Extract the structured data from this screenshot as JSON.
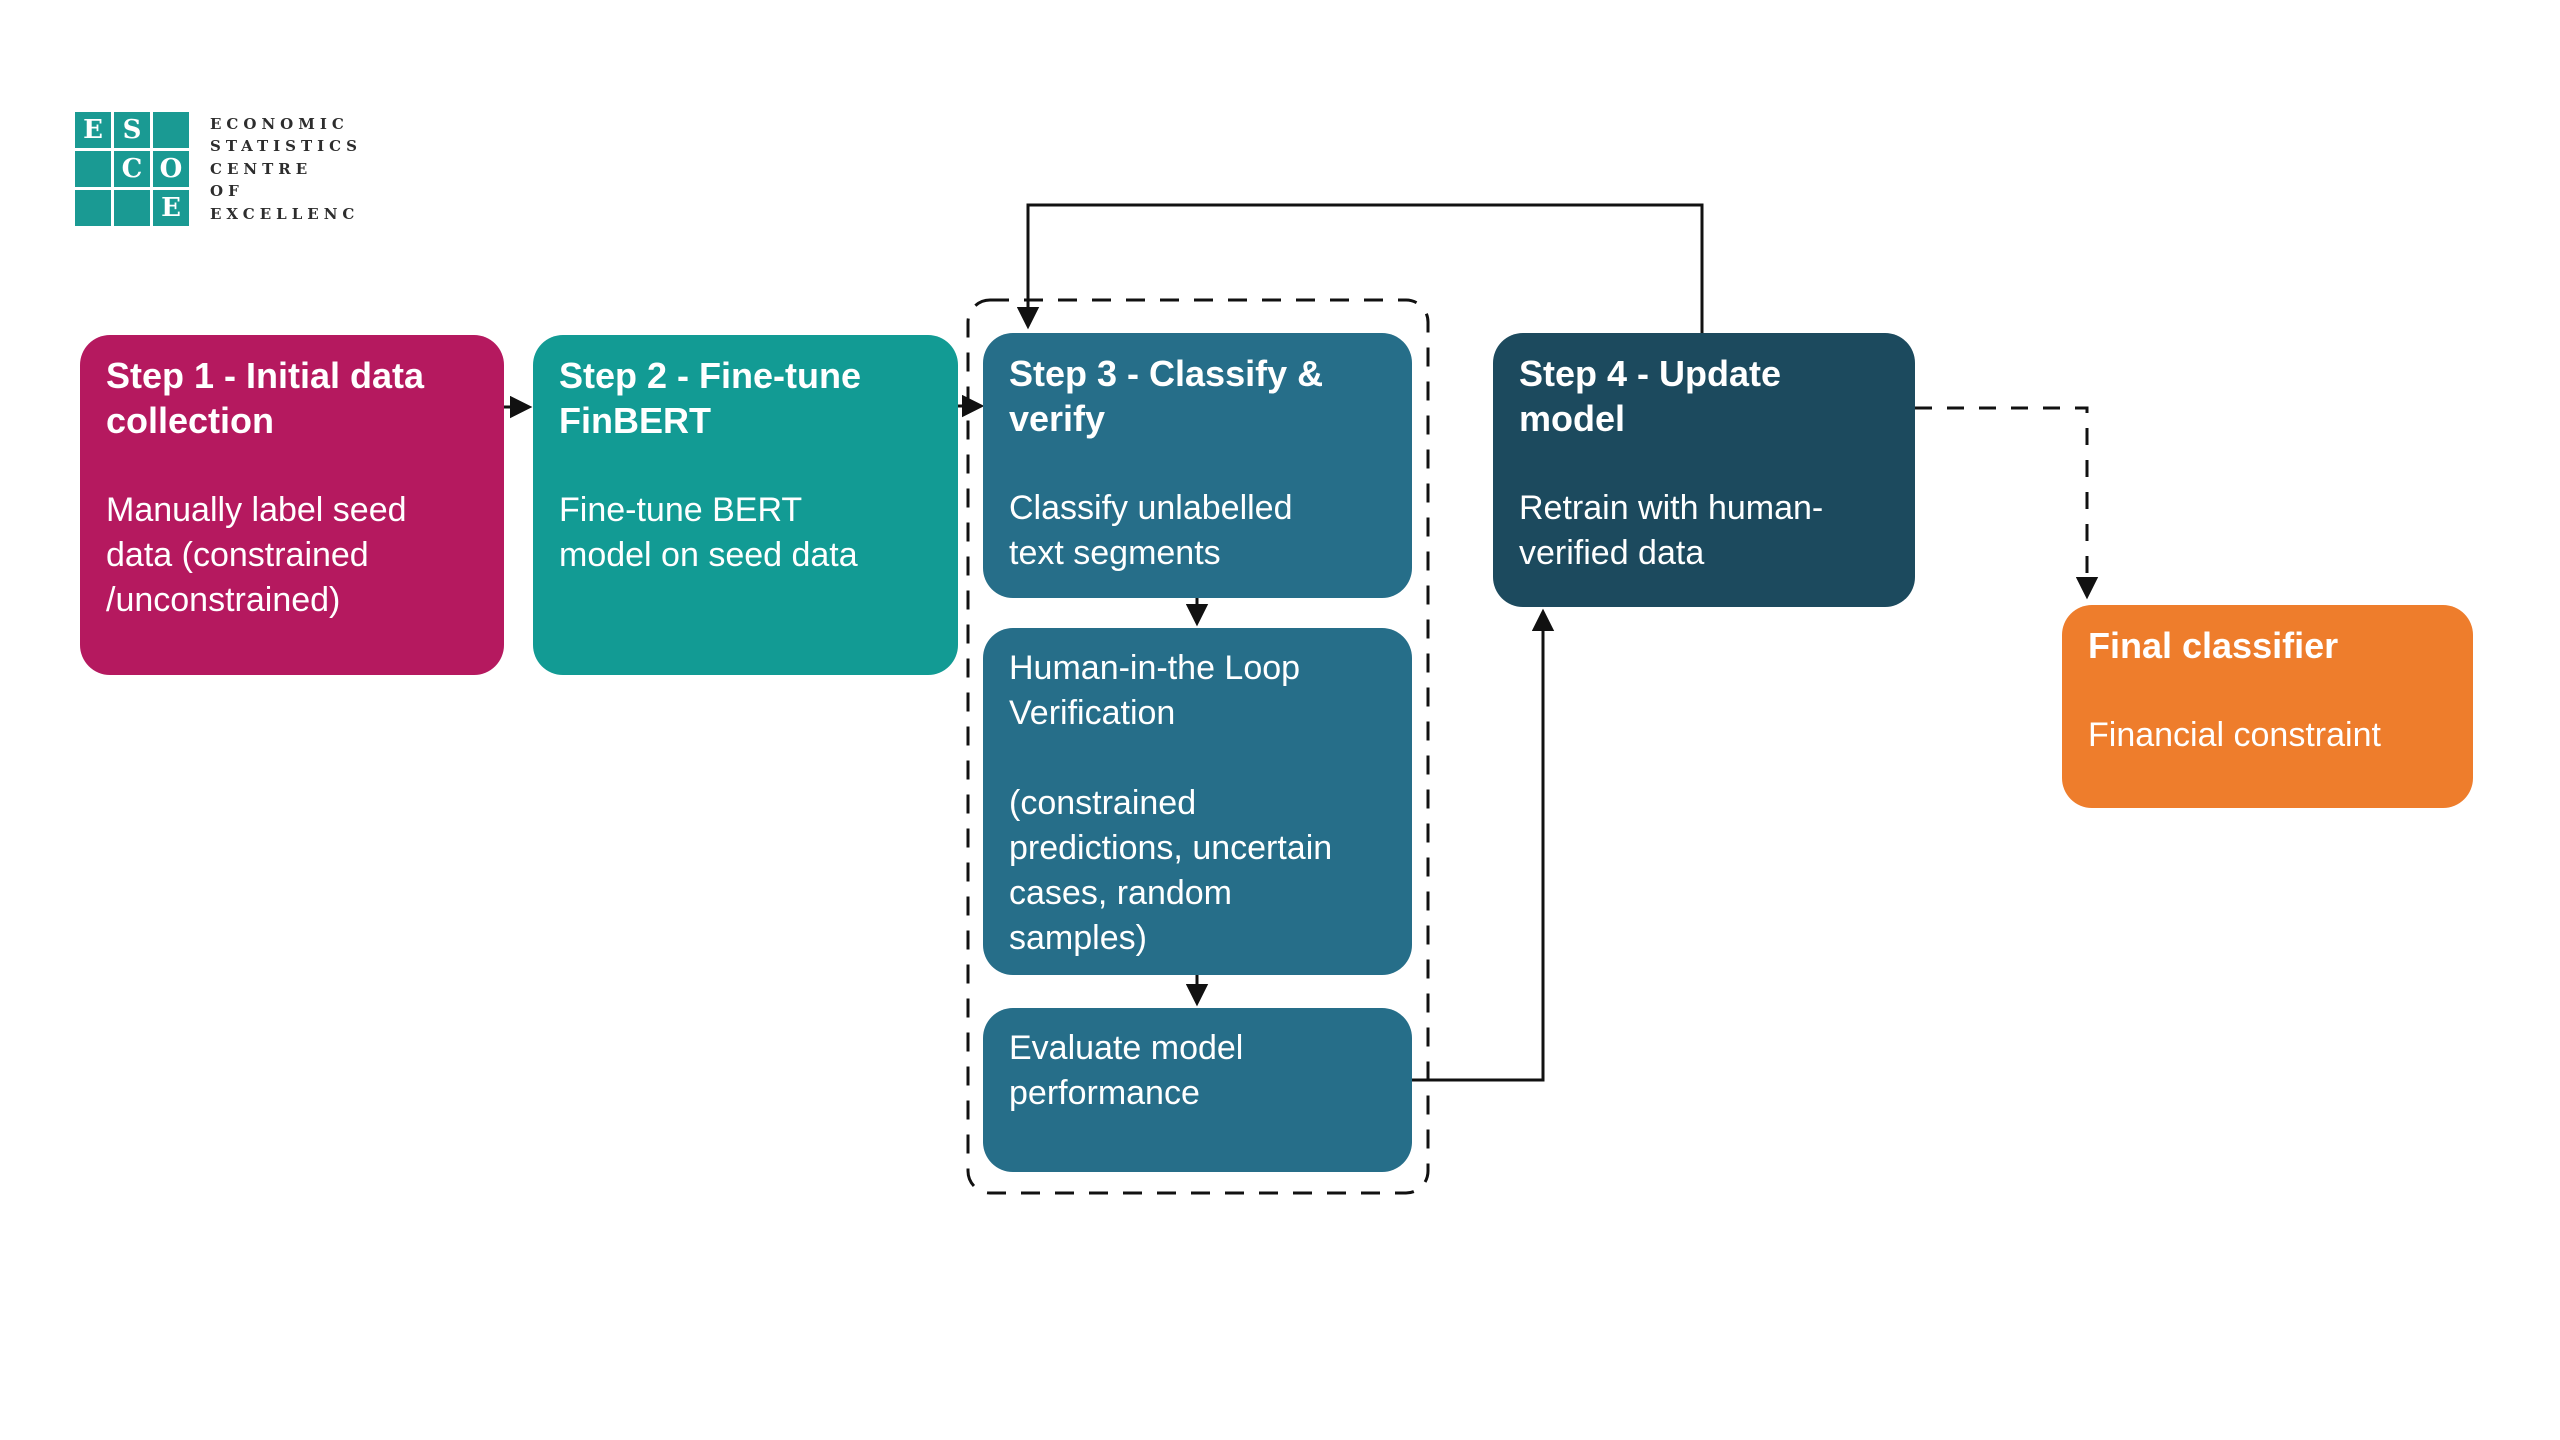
{
  "logo": {
    "grid": [
      "E",
      "S",
      "",
      "",
      "C",
      "O",
      "",
      "",
      "E"
    ],
    "org_lines": [
      "ECONOMIC",
      "STATISTICS",
      "CENTRE",
      "OF",
      "EXCELLENC"
    ]
  },
  "colors": {
    "step1_bg": "#b5195f",
    "step2_bg": "#129b94",
    "step3_bg": "#266e89",
    "step4_bg": "#1c4a5e",
    "final_bg": "#ee7d2c",
    "logo_teal": "#1a9a93",
    "arrow": "#111111"
  },
  "boxes": {
    "step1": {
      "title": "Step 1 - Initial data\ncollection",
      "body": "Manually label seed\ndata (constrained\n/unconstrained)"
    },
    "step2": {
      "title": "Step 2 - Fine-tune\nFinBERT",
      "body": "Fine-tune BERT\nmodel on seed data"
    },
    "step3": {
      "title": "Step 3 - Classify &\nverify",
      "body": "Classify unlabelled\ntext segments"
    },
    "human_loop": {
      "para1": "Human-in-the Loop\nVerification",
      "para2": "(constrained\npredictions, uncertain\ncases, random\nsamples)"
    },
    "evaluate": {
      "body": "Evaluate model\nperformance"
    },
    "step4": {
      "title": "Step 4 - Update\nmodel",
      "body": "Retrain with human-\nverified data"
    },
    "final": {
      "title": "Final classifier",
      "body": "Financial constraint"
    }
  }
}
